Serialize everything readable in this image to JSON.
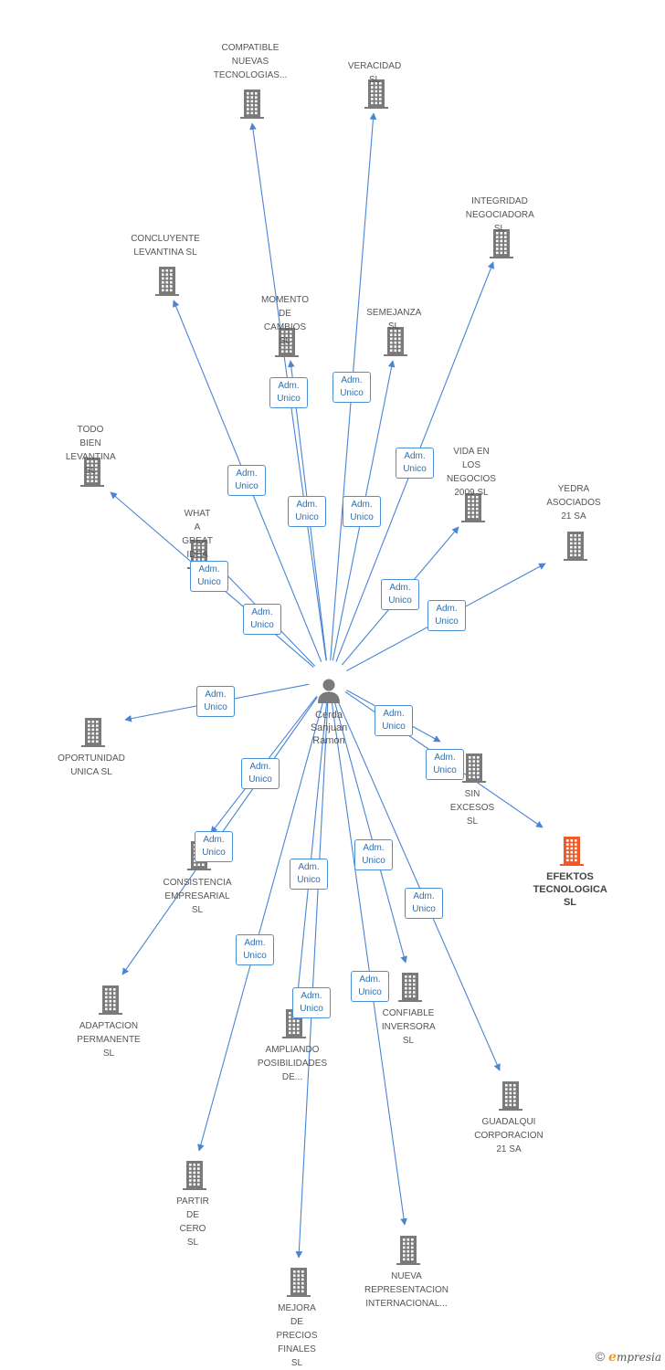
{
  "center": {
    "label": "Cerda\nSanjuan\nRamon",
    "icon": "person-icon"
  },
  "edge_label": "Adm.\nUnico",
  "colors": {
    "edge": "#4a84d4",
    "building": "#7a7a7a",
    "highlight_building": "#f05a28"
  },
  "companies": [
    {
      "id": "compatible",
      "label": "COMPATIBLE\nNUEVAS\nTECNOLOGIAS...",
      "highlight": false
    },
    {
      "id": "veracidad",
      "label": "VERACIDAD SL",
      "highlight": false
    },
    {
      "id": "integridad",
      "label": "INTEGRIDAD\nNEGOCIADORA SL",
      "highlight": false
    },
    {
      "id": "concluyente",
      "label": "CONCLUYENTE\nLEVANTINA SL",
      "highlight": false
    },
    {
      "id": "momento",
      "label": "MOMENTO DE\nCAMBIOS SL",
      "highlight": false
    },
    {
      "id": "semejanza",
      "label": "SEMEJANZA SL",
      "highlight": false
    },
    {
      "id": "todobien",
      "label": "TODO BIEN\nLEVANTINA SL",
      "highlight": false
    },
    {
      "id": "vidanegocios",
      "label": "VIDA EN LOS\nNEGOCIOS\n2009 SL",
      "highlight": false
    },
    {
      "id": "yedra",
      "label": "YEDRA\nASOCIADOS\n21 SA",
      "highlight": false
    },
    {
      "id": "whatagreat",
      "label": "WHAT A\nGREAT IDEA SL",
      "highlight": false
    },
    {
      "id": "oportunidad",
      "label": "OPORTUNIDAD\nUNICA SL",
      "highlight": false
    },
    {
      "id": "sinexcesos",
      "label": "SIN EXCESOS SL",
      "highlight": false
    },
    {
      "id": "efektos",
      "label": "EFEKTOS\nTECNOLOGICA SL",
      "highlight": true
    },
    {
      "id": "consistencia",
      "label": "CONSISTENCIA\nEMPRESARIAL SL",
      "highlight": false
    },
    {
      "id": "adaptacion",
      "label": "ADAPTACION\nPERMANENTE SL",
      "highlight": false
    },
    {
      "id": "confiable",
      "label": "CONFIABLE\nINVERSORA SL",
      "highlight": false
    },
    {
      "id": "ampliando",
      "label": "AMPLIANDO\nPOSIBILIDADES\nDE...",
      "highlight": false
    },
    {
      "id": "guadalqui",
      "label": "GUADALQUI\nCORPORACION\n21 SA",
      "highlight": false
    },
    {
      "id": "partir",
      "label": "PARTIR DE\nCERO SL",
      "highlight": false
    },
    {
      "id": "nueva",
      "label": "NUEVA\nREPRESENTACION\nINTERNACIONAL...",
      "highlight": false
    },
    {
      "id": "mejora",
      "label": "MEJORA DE\nPRECIOS\nFINALES SL",
      "highlight": false
    }
  ],
  "footer": {
    "copyright": "©",
    "brand_initial": "e",
    "brand_rest": "mpresia"
  }
}
